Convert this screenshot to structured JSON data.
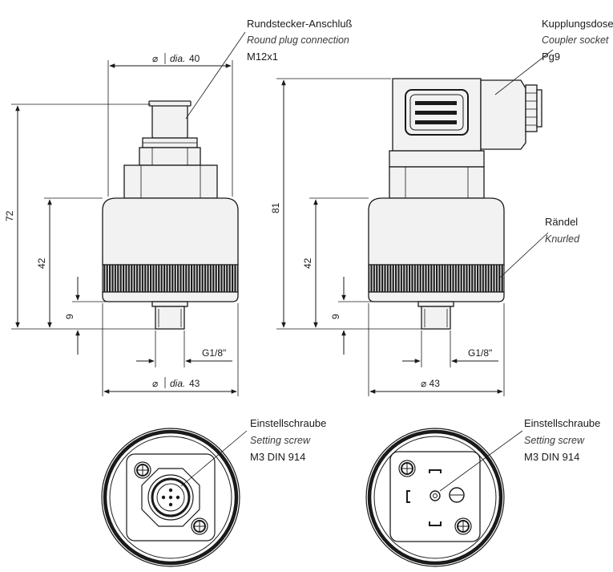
{
  "labels": {
    "round_plug": {
      "de": "Rundstecker-Anschluß",
      "en": "Round plug connection",
      "spec": "M12x1"
    },
    "coupler": {
      "de": "Kupplungsdose",
      "en": "Coupler socket",
      "spec": "Pg9"
    },
    "knurled": {
      "de": "Rändel",
      "en": "Knurled"
    },
    "setting_screw_left": {
      "de": "Einstellschraube",
      "en": "Setting screw",
      "spec": "M3 DIN 914"
    },
    "setting_screw_right": {
      "de": "Einstellschraube",
      "en": "Setting screw",
      "spec": "M3 DIN 914"
    }
  },
  "dims": {
    "left": {
      "top_dia_symbol": "⌀",
      "top_dia_word": "dia.",
      "top_dia_value": "40",
      "height_total": "72",
      "height_body": "42",
      "thread_len": "9",
      "thread": "G1/8\"",
      "bottom_dia_symbol": "⌀",
      "bottom_dia_word": "dia.",
      "bottom_dia_value": "43"
    },
    "right": {
      "height_total": "81",
      "height_body": "42",
      "thread_len": "9",
      "thread": "G1/8\"",
      "bottom_dia": "⌀ 43"
    }
  },
  "colors": {
    "line": "#1a1a1a",
    "body_fill": "#f2f2f2",
    "knurl": "#1c1c1c"
  }
}
